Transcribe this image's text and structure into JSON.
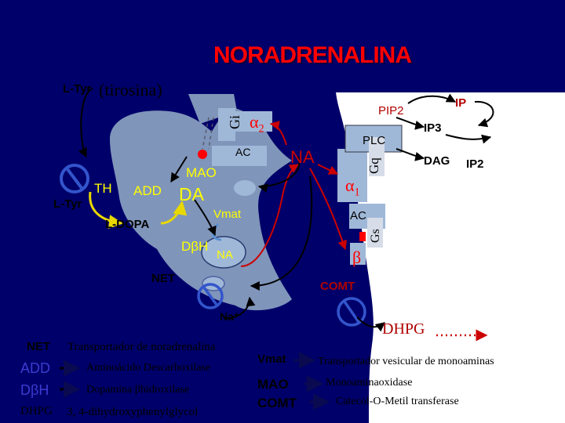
{
  "title": "NORADRENALINA",
  "labels": {
    "ltyr_top": "L-Tyr",
    "tirosina": "(tirosina)",
    "ltyr_left": "L-Tyr",
    "th": "TH",
    "add": "ADD",
    "da": "DA",
    "mao": "MAO",
    "ldopa": "L-DOPA",
    "vmat": "Vmat",
    "dbh": "DβH",
    "na_vesicle": "NA",
    "net": "NET",
    "na_plus": "Na⁺",
    "na_cleft": "NA",
    "comt": "COMT",
    "dhpg": "DHPG",
    "alpha2_symbol": "α",
    "alpha2_sub": "2",
    "gi": "Gi",
    "ac_pre": "AC",
    "pip2": "PIP2",
    "ip": "IP",
    "ip3": "IP3",
    "plc": "PLC",
    "gq": "Gq",
    "dag": "DAG",
    "ip2": "IP2",
    "alpha1_symbol": "α",
    "alpha1_sub": "1",
    "ac_post": "AC",
    "gs": "Gs",
    "beta": "β"
  },
  "legend": {
    "left": [
      {
        "abbr": "NET",
        "text": "Transportador de noradrenalina"
      },
      {
        "abbr": "ADD",
        "text": "Aminoácido Descarboxilase"
      },
      {
        "abbr": "DβH",
        "text": "Dopamina βhidroxilase"
      },
      {
        "abbr": "DHPG",
        "text": "3, 4-dihydroxyphenylglycol"
      }
    ],
    "right": [
      {
        "abbr": "Vmat",
        "text": "Transportador vesicular de monoaminas"
      },
      {
        "abbr": "MAO",
        "text": "Monoaminaoxidase"
      },
      {
        "abbr": "COMT",
        "text": "Catecol-O-Metil transferase"
      }
    ]
  },
  "colors": {
    "background": "#00006a",
    "title": "#ff0000",
    "presynaptic": "#7f95ba",
    "postsynaptic": "#ffffff",
    "enzyme": "#ffff00",
    "receptor": "#ff0000",
    "arrow_dark": "#000000",
    "arrow_red": "#cc0000",
    "receptor_box": "#a0b8d8",
    "inhibit": "#3355cc"
  }
}
